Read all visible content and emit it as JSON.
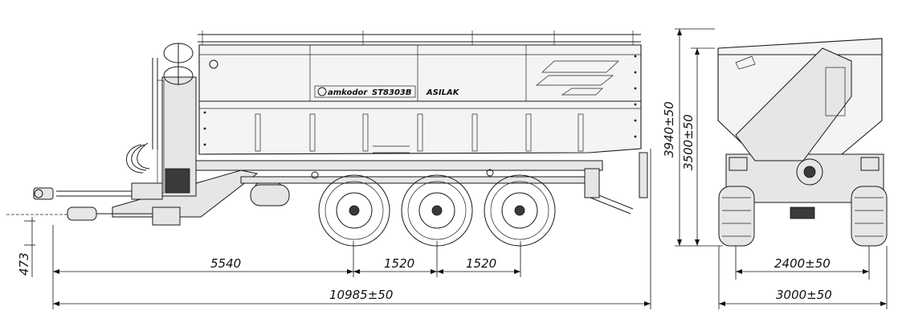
{
  "brand": {
    "logo_text": "amkodor",
    "model": "ST8303B",
    "name": "ASILAK"
  },
  "dimensions": {
    "hitch_height": "473",
    "wheelbase_front": "5540",
    "axle_spacing_1": "1520",
    "axle_spacing_2": "1520",
    "overall_length": "10985±50",
    "height_top": "3940±50",
    "height_body": "3500±50",
    "track_width": "2400±50",
    "overall_width": "3000±50"
  }
}
